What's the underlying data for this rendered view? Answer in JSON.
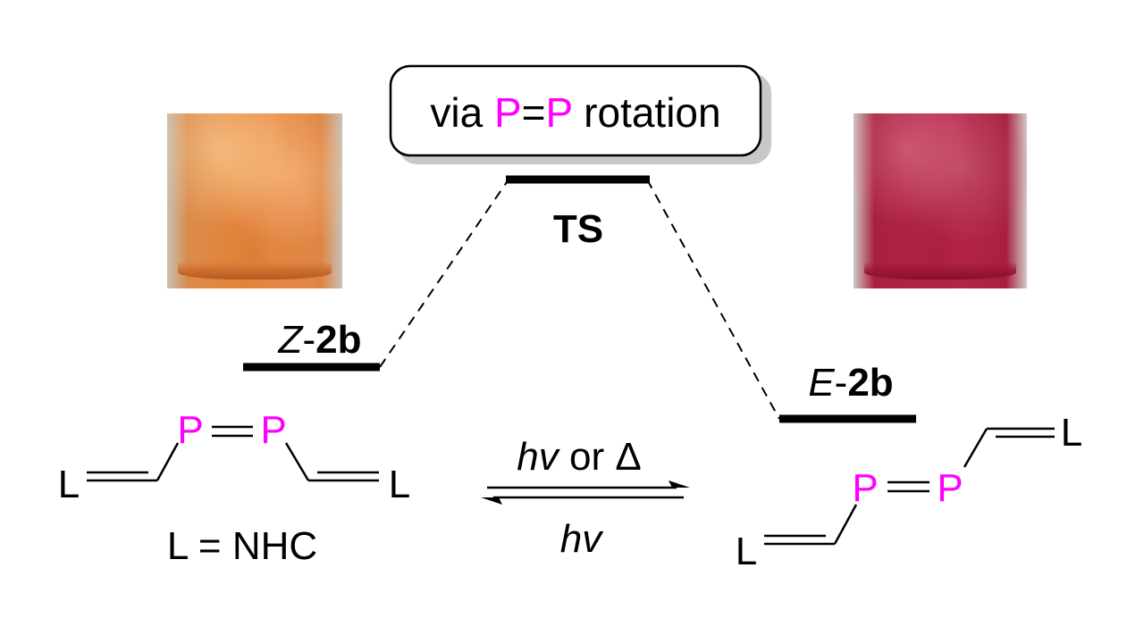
{
  "ts_box": {
    "prefix": "via ",
    "p1": "P",
    "eq": "=",
    "p2": "P",
    "suffix": " rotation"
  },
  "levels": {
    "ts": "TS",
    "z": {
      "italic": "Z",
      "bold": "2b"
    },
    "e": {
      "italic": "E",
      "bold": "2b"
    }
  },
  "z_structure": {
    "p1": "P",
    "p2": "P",
    "l_left": "L",
    "l_right": "L"
  },
  "e_structure": {
    "p1": "P",
    "p2": "P",
    "l_top": "L",
    "l_bottom": "L"
  },
  "legend": "L = NHC",
  "arrow": {
    "top_italic": "hv",
    "top_rest": " or Δ",
    "bottom": "hv"
  },
  "colors": {
    "phosphorus": "#ff00ff",
    "line": "#000000",
    "box_shadow": "#c8c8c8"
  }
}
